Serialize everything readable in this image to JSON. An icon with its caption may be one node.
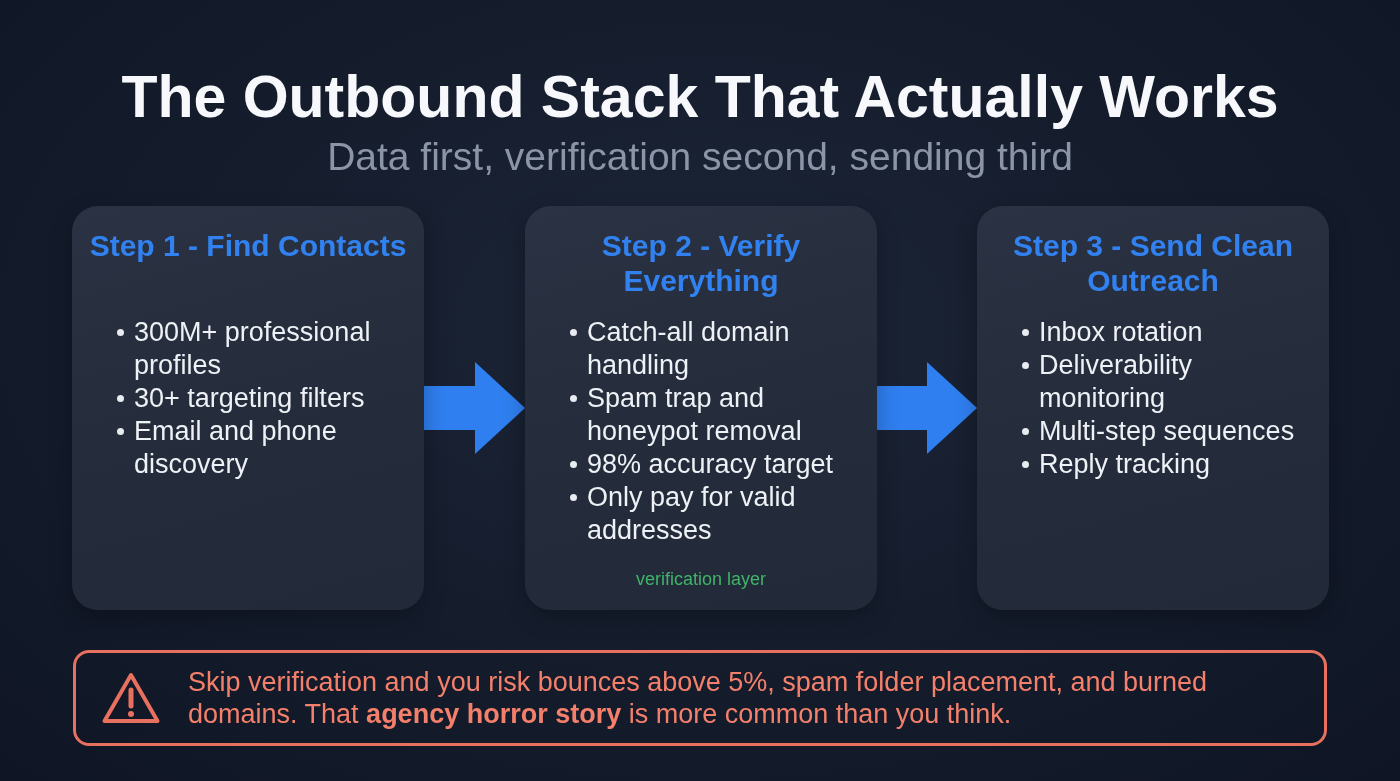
{
  "diagram": {
    "title": "The Outbound Stack That Actually Works",
    "nodes": [
      {
        "text": [
          "Step 1 - Find Contacts",
          "300M+ professional profiles",
          "30+ targeting filters",
          "Email and phone discovery"
        ]
      },
      {
        "text": [
          "Step 2 - Verify Everything",
          "Catch-all domain handling",
          "Spam trap and honeypot removal",
          "98% accuracy target",
          "Only pay for valid addresses",
          "verification layer"
        ]
      },
      {
        "text": [
          "Step 3 - Send Clean Outreach",
          "Inbox rotation",
          "Deliverability monitoring",
          "Multi-step sequences",
          "Reply tracking"
        ]
      },
      {
        "text": [
          "Skip verification and you risk bounces above 5%, spam folder placement, and burned domains. That **agency horror story** is more common than you think."
        ]
      }
    ],
    "edges": [
      {
        "from": 0,
        "to": 1,
        "arrow": "to"
      },
      {
        "from": 1,
        "to": 2,
        "arrow": "to"
      }
    ],
    "labels": [
      "Data first, verification second, sending third"
    ]
  }
}
